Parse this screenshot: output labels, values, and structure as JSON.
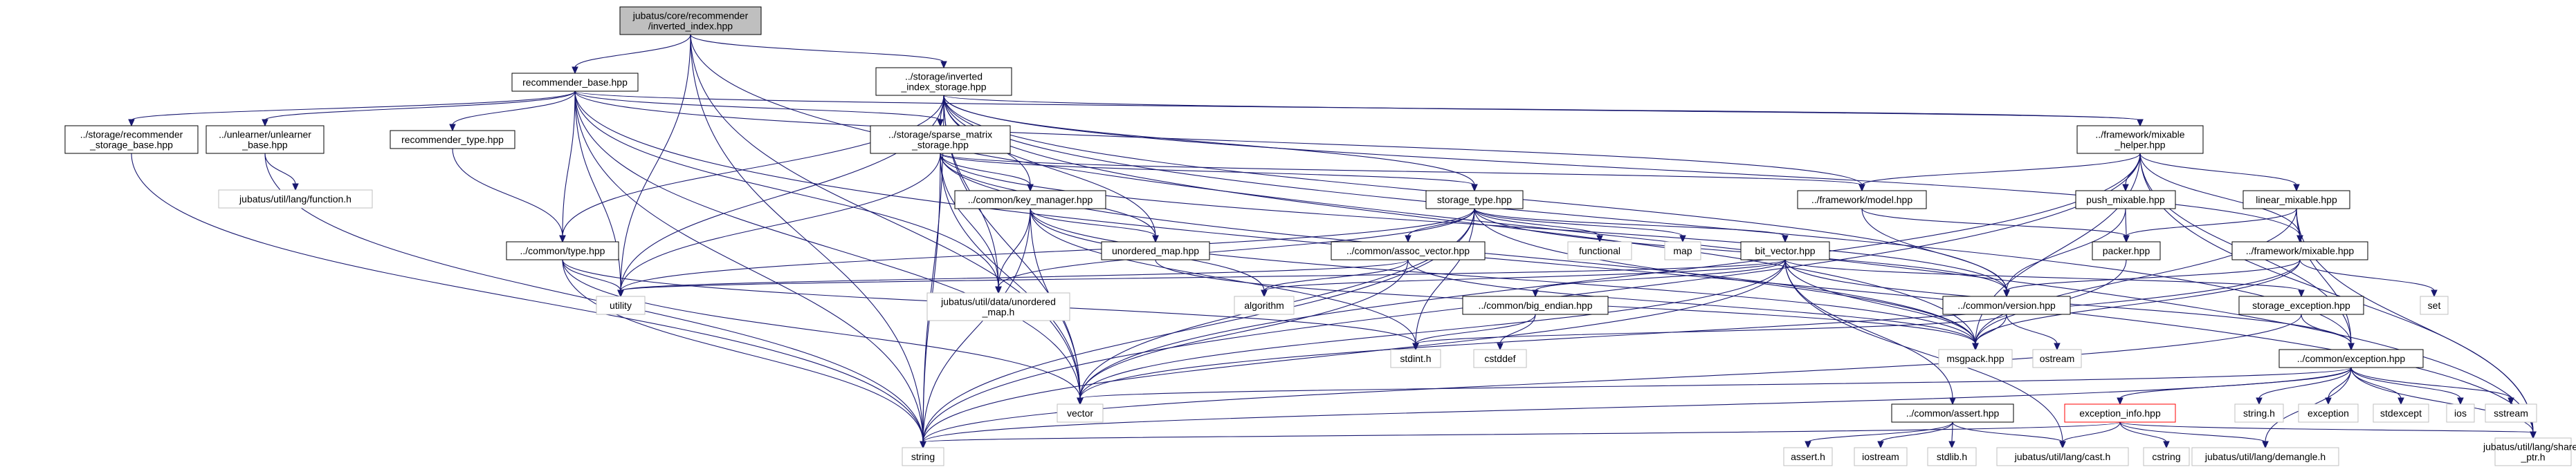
{
  "colors": {
    "edge": "#191970",
    "root_fill": "#bfbfbf",
    "node_fill": "#ffffff",
    "node_stroke": "#000000",
    "external_stroke": "#bfbfbf",
    "missing_stroke": "#ff0000"
  },
  "nodes": [
    {
      "id": "root",
      "lines": [
        "jubatus/core/recommender",
        "/inverted_index.hpp"
      ],
      "kind": "root"
    },
    {
      "id": "recommender_base",
      "lines": [
        "recommender_base.hpp"
      ],
      "kind": "file"
    },
    {
      "id": "inverted_index_storage",
      "lines": [
        "../storage/inverted",
        "_index_storage.hpp"
      ],
      "kind": "file"
    },
    {
      "id": "storage_recommender_base",
      "lines": [
        "../storage/recommender",
        "_storage_base.hpp"
      ],
      "kind": "file"
    },
    {
      "id": "unlearner_base",
      "lines": [
        "../unlearner/unlearner",
        "_base.hpp"
      ],
      "kind": "file"
    },
    {
      "id": "recommender_type",
      "lines": [
        "recommender_type.hpp"
      ],
      "kind": "file"
    },
    {
      "id": "sparse_matrix_storage",
      "lines": [
        "../storage/sparse_matrix",
        "_storage.hpp"
      ],
      "kind": "file"
    },
    {
      "id": "mixable_helper",
      "lines": [
        "../framework/mixable",
        "_helper.hpp"
      ],
      "kind": "file"
    },
    {
      "id": "util_function",
      "lines": [
        "jubatus/util/lang/function.h"
      ],
      "kind": "external"
    },
    {
      "id": "key_manager",
      "lines": [
        "../common/key_manager.hpp"
      ],
      "kind": "file"
    },
    {
      "id": "storage_type",
      "lines": [
        "storage_type.hpp"
      ],
      "kind": "file"
    },
    {
      "id": "framework_model",
      "lines": [
        "../framework/model.hpp"
      ],
      "kind": "file"
    },
    {
      "id": "push_mixable",
      "lines": [
        "push_mixable.hpp"
      ],
      "kind": "file"
    },
    {
      "id": "linear_mixable",
      "lines": [
        "linear_mixable.hpp"
      ],
      "kind": "file"
    },
    {
      "id": "common_type",
      "lines": [
        "../common/type.hpp"
      ],
      "kind": "file"
    },
    {
      "id": "unordered_map",
      "lines": [
        "unordered_map.hpp"
      ],
      "kind": "file"
    },
    {
      "id": "assoc_vector",
      "lines": [
        "../common/assoc_vector.hpp"
      ],
      "kind": "file"
    },
    {
      "id": "functional",
      "lines": [
        "functional"
      ],
      "kind": "external"
    },
    {
      "id": "map",
      "lines": [
        "map"
      ],
      "kind": "external"
    },
    {
      "id": "bit_vector",
      "lines": [
        "bit_vector.hpp"
      ],
      "kind": "file"
    },
    {
      "id": "packer",
      "lines": [
        "packer.hpp"
      ],
      "kind": "file"
    },
    {
      "id": "framework_mixable",
      "lines": [
        "../framework/mixable.hpp"
      ],
      "kind": "file"
    },
    {
      "id": "utility",
      "lines": [
        "utility"
      ],
      "kind": "external"
    },
    {
      "id": "util_data_unordered_map",
      "lines": [
        "jubatus/util/data/unordered",
        "_map.h"
      ],
      "kind": "external"
    },
    {
      "id": "algorithm",
      "lines": [
        "algorithm"
      ],
      "kind": "external"
    },
    {
      "id": "big_endian",
      "lines": [
        "../common/big_endian.hpp"
      ],
      "kind": "file"
    },
    {
      "id": "common_version",
      "lines": [
        "../common/version.hpp"
      ],
      "kind": "file"
    },
    {
      "id": "storage_exception",
      "lines": [
        "storage_exception.hpp"
      ],
      "kind": "file"
    },
    {
      "id": "set",
      "lines": [
        "set"
      ],
      "kind": "external"
    },
    {
      "id": "stdint",
      "lines": [
        "stdint.h"
      ],
      "kind": "external"
    },
    {
      "id": "cstddef",
      "lines": [
        "cstddef"
      ],
      "kind": "external"
    },
    {
      "id": "msgpack",
      "lines": [
        "msgpack.hpp"
      ],
      "kind": "external"
    },
    {
      "id": "ostream",
      "lines": [
        "ostream"
      ],
      "kind": "external"
    },
    {
      "id": "common_exception",
      "lines": [
        "../common/exception.hpp"
      ],
      "kind": "file"
    },
    {
      "id": "vector",
      "lines": [
        "vector"
      ],
      "kind": "external"
    },
    {
      "id": "common_assert",
      "lines": [
        "../common/assert.hpp"
      ],
      "kind": "file"
    },
    {
      "id": "exception_info",
      "lines": [
        "exception_info.hpp"
      ],
      "kind": "missing"
    },
    {
      "id": "string_h",
      "lines": [
        "string.h"
      ],
      "kind": "external"
    },
    {
      "id": "exception",
      "lines": [
        "exception"
      ],
      "kind": "external"
    },
    {
      "id": "stdexcept",
      "lines": [
        "stdexcept"
      ],
      "kind": "external"
    },
    {
      "id": "ios",
      "lines": [
        "ios"
      ],
      "kind": "external"
    },
    {
      "id": "sstream",
      "lines": [
        "sstream"
      ],
      "kind": "external"
    },
    {
      "id": "shared_ptr",
      "lines": [
        "jubatus/util/lang/shared",
        "_ptr.h"
      ],
      "kind": "external"
    },
    {
      "id": "string",
      "lines": [
        "string"
      ],
      "kind": "external"
    },
    {
      "id": "assert_h",
      "lines": [
        "assert.h"
      ],
      "kind": "external"
    },
    {
      "id": "iostream",
      "lines": [
        "iostream"
      ],
      "kind": "external"
    },
    {
      "id": "stdlib_h",
      "lines": [
        "stdlib.h"
      ],
      "kind": "external"
    },
    {
      "id": "util_cast",
      "lines": [
        "jubatus/util/lang/cast.h"
      ],
      "kind": "external"
    },
    {
      "id": "cstring",
      "lines": [
        "cstring"
      ],
      "kind": "external"
    },
    {
      "id": "util_demangle",
      "lines": [
        "jubatus/util/lang/demangle.h"
      ],
      "kind": "external"
    }
  ],
  "edges": [
    [
      "root",
      "recommender_base"
    ],
    [
      "root",
      "inverted_index_storage"
    ],
    [
      "root",
      "utility"
    ],
    [
      "root",
      "string"
    ],
    [
      "root",
      "vector"
    ],
    [
      "root",
      "shared_ptr"
    ],
    [
      "recommender_base",
      "storage_recommender_base"
    ],
    [
      "recommender_base",
      "unlearner_base"
    ],
    [
      "recommender_base",
      "recommender_type"
    ],
    [
      "recommender_base",
      "sparse_matrix_storage"
    ],
    [
      "recommender_base",
      "framework_model"
    ],
    [
      "recommender_base",
      "mixable_helper"
    ],
    [
      "recommender_base",
      "common_type"
    ],
    [
      "recommender_base",
      "utility"
    ],
    [
      "recommender_base",
      "util_data_unordered_map"
    ],
    [
      "recommender_base",
      "string"
    ],
    [
      "recommender_base",
      "vector"
    ],
    [
      "recommender_base",
      "shared_ptr"
    ],
    [
      "inverted_index_storage",
      "sparse_matrix_storage"
    ],
    [
      "inverted_index_storage",
      "key_manager"
    ],
    [
      "inverted_index_storage",
      "storage_type"
    ],
    [
      "inverted_index_storage",
      "mixable_helper"
    ],
    [
      "inverted_index_storage",
      "framework_mixable"
    ],
    [
      "inverted_index_storage",
      "common_type"
    ],
    [
      "inverted_index_storage",
      "unordered_map"
    ],
    [
      "inverted_index_storage",
      "utility"
    ],
    [
      "inverted_index_storage",
      "util_data_unordered_map"
    ],
    [
      "inverted_index_storage",
      "msgpack"
    ],
    [
      "inverted_index_storage",
      "common_version"
    ],
    [
      "inverted_index_storage",
      "common_exception"
    ],
    [
      "inverted_index_storage",
      "string"
    ],
    [
      "inverted_index_storage",
      "vector"
    ],
    [
      "storage_recommender_base",
      "string"
    ],
    [
      "unlearner_base",
      "util_function"
    ],
    [
      "unlearner_base",
      "string"
    ],
    [
      "recommender_type",
      "common_type"
    ],
    [
      "sparse_matrix_storage",
      "key_manager"
    ],
    [
      "sparse_matrix_storage",
      "storage_type"
    ],
    [
      "sparse_matrix_storage",
      "framework_model"
    ],
    [
      "sparse_matrix_storage",
      "unordered_map"
    ],
    [
      "sparse_matrix_storage",
      "util_data_unordered_map"
    ],
    [
      "sparse_matrix_storage",
      "utility"
    ],
    [
      "sparse_matrix_storage",
      "common_version"
    ],
    [
      "sparse_matrix_storage",
      "msgpack"
    ],
    [
      "sparse_matrix_storage",
      "string"
    ],
    [
      "sparse_matrix_storage",
      "vector"
    ],
    [
      "mixable_helper",
      "framework_model"
    ],
    [
      "mixable_helper",
      "push_mixable"
    ],
    [
      "mixable_helper",
      "linear_mixable"
    ],
    [
      "mixable_helper",
      "framework_mixable"
    ],
    [
      "mixable_helper",
      "common_exception"
    ],
    [
      "mixable_helper",
      "msgpack"
    ],
    [
      "mixable_helper",
      "vector"
    ],
    [
      "mixable_helper",
      "string"
    ],
    [
      "mixable_helper",
      "shared_ptr"
    ],
    [
      "key_manager",
      "unordered_map"
    ],
    [
      "key_manager",
      "util_data_unordered_map"
    ],
    [
      "key_manager",
      "algorithm"
    ],
    [
      "key_manager",
      "stdint"
    ],
    [
      "key_manager",
      "msgpack"
    ],
    [
      "key_manager",
      "string"
    ],
    [
      "key_manager",
      "vector"
    ],
    [
      "storage_type",
      "assoc_vector"
    ],
    [
      "storage_type",
      "functional"
    ],
    [
      "storage_type",
      "map"
    ],
    [
      "storage_type",
      "bit_vector"
    ],
    [
      "storage_type",
      "common_version"
    ],
    [
      "storage_type",
      "msgpack"
    ],
    [
      "storage_type",
      "utility"
    ],
    [
      "storage_type",
      "util_data_unordered_map"
    ],
    [
      "storage_type",
      "stdint"
    ],
    [
      "storage_type",
      "string"
    ],
    [
      "storage_type",
      "vector"
    ],
    [
      "framework_model",
      "packer"
    ],
    [
      "framework_model",
      "common_version"
    ],
    [
      "push_mixable",
      "packer"
    ],
    [
      "push_mixable",
      "common_version"
    ],
    [
      "linear_mixable",
      "packer"
    ],
    [
      "linear_mixable",
      "framework_mixable"
    ],
    [
      "linear_mixable",
      "common_exception"
    ],
    [
      "linear_mixable",
      "msgpack"
    ],
    [
      "linear_mixable",
      "shared_ptr"
    ],
    [
      "common_type",
      "utility"
    ],
    [
      "common_type",
      "stdint"
    ],
    [
      "common_type",
      "string"
    ],
    [
      "common_type",
      "vector"
    ],
    [
      "unordered_map",
      "msgpack"
    ],
    [
      "assoc_vector",
      "algorithm"
    ],
    [
      "assoc_vector",
      "utility"
    ],
    [
      "assoc_vector",
      "vector"
    ],
    [
      "assoc_vector",
      "msgpack"
    ],
    [
      "bit_vector",
      "big_endian"
    ],
    [
      "bit_vector",
      "storage_exception"
    ],
    [
      "bit_vector",
      "common_assert"
    ],
    [
      "bit_vector",
      "common_exception"
    ],
    [
      "bit_vector",
      "algorithm"
    ],
    [
      "bit_vector",
      "utility"
    ],
    [
      "bit_vector",
      "msgpack"
    ],
    [
      "bit_vector",
      "util_cast"
    ],
    [
      "bit_vector",
      "string"
    ],
    [
      "bit_vector",
      "vector"
    ],
    [
      "packer",
      "msgpack"
    ],
    [
      "framework_mixable",
      "common_version"
    ],
    [
      "framework_mixable",
      "msgpack"
    ],
    [
      "framework_mixable",
      "set"
    ],
    [
      "framework_mixable",
      "vector"
    ],
    [
      "big_endian",
      "stdint"
    ],
    [
      "big_endian",
      "cstddef"
    ],
    [
      "common_version",
      "stdint"
    ],
    [
      "common_version",
      "msgpack"
    ],
    [
      "common_version",
      "ostream"
    ],
    [
      "storage_exception",
      "common_exception"
    ],
    [
      "storage_exception",
      "string"
    ],
    [
      "common_exception",
      "exception_info"
    ],
    [
      "common_exception",
      "string_h"
    ],
    [
      "common_exception",
      "exception"
    ],
    [
      "common_exception",
      "stdexcept"
    ],
    [
      "common_exception",
      "ios"
    ],
    [
      "common_exception",
      "sstream"
    ],
    [
      "common_exception",
      "shared_ptr"
    ],
    [
      "common_exception",
      "util_demangle"
    ],
    [
      "common_exception",
      "string"
    ],
    [
      "common_exception",
      "vector"
    ],
    [
      "common_assert",
      "assert_h"
    ],
    [
      "common_assert",
      "iostream"
    ],
    [
      "common_assert",
      "stdlib_h"
    ],
    [
      "common_assert",
      "util_cast"
    ],
    [
      "exception_info",
      "cstring"
    ],
    [
      "exception_info",
      "util_cast"
    ],
    [
      "exception_info",
      "util_demangle"
    ],
    [
      "exception_info",
      "string"
    ],
    [
      "exception_info",
      "shared_ptr"
    ]
  ]
}
